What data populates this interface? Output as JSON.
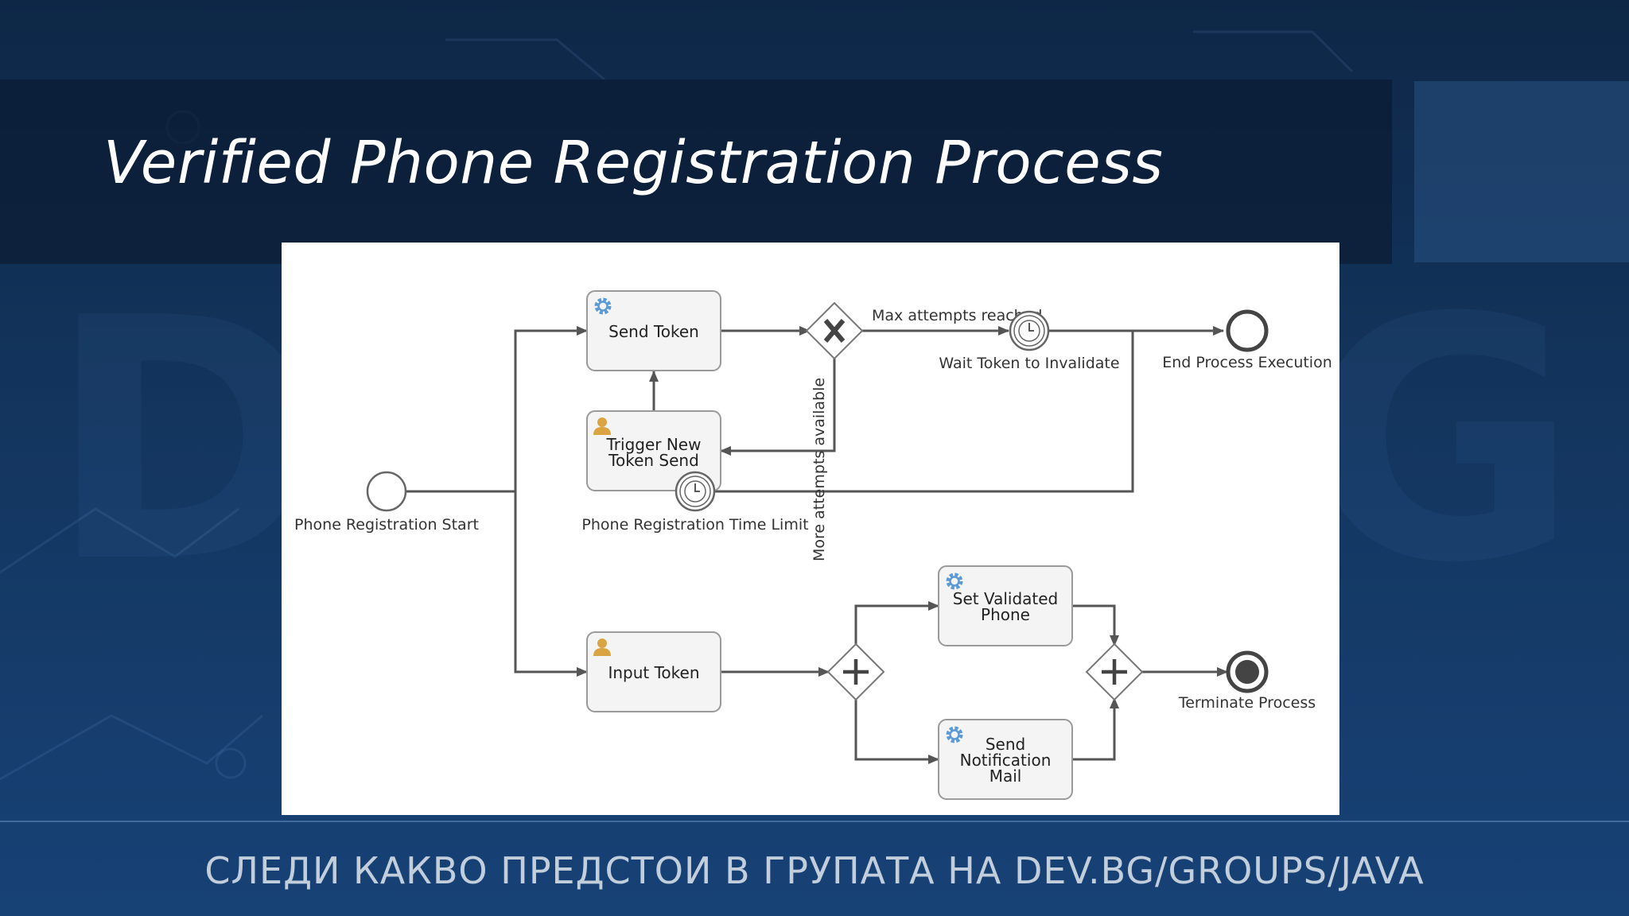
{
  "slide": {
    "title": "Verified Phone Registration Process",
    "footer": "СЛЕДИ КАКВО ПРЕДСТОИ В ГРУПАТА НА DEV.BG/GROUPS/JAVA"
  },
  "diagram": {
    "events": {
      "start": "Phone Registration Start",
      "time_limit": "Phone Registration Time Limit",
      "wait_token": "Wait Token to Invalidate",
      "end": "End Process Execution",
      "terminate": "Terminate Process"
    },
    "tasks": {
      "send_token": [
        "Send Token"
      ],
      "trigger_new": [
        "Trigger New",
        "Token Send"
      ],
      "input_token": [
        "Input Token"
      ],
      "set_validated": [
        "Set Validated",
        "Phone"
      ],
      "send_mail": [
        "Send",
        "Notification",
        "Mail"
      ]
    },
    "flows": {
      "max_attempts": "Max attempts reached",
      "more_attempts": "More attempts available"
    },
    "icons": {
      "service_task": "gear-icon",
      "user_task": "user-icon",
      "timer": "clock-icon",
      "exclusive_gateway": "x-gateway-icon",
      "parallel_gateway": "plus-gateway-icon"
    },
    "colors": {
      "gear": "#5b9bd5",
      "user": "#d9a441",
      "line": "#555555"
    }
  }
}
